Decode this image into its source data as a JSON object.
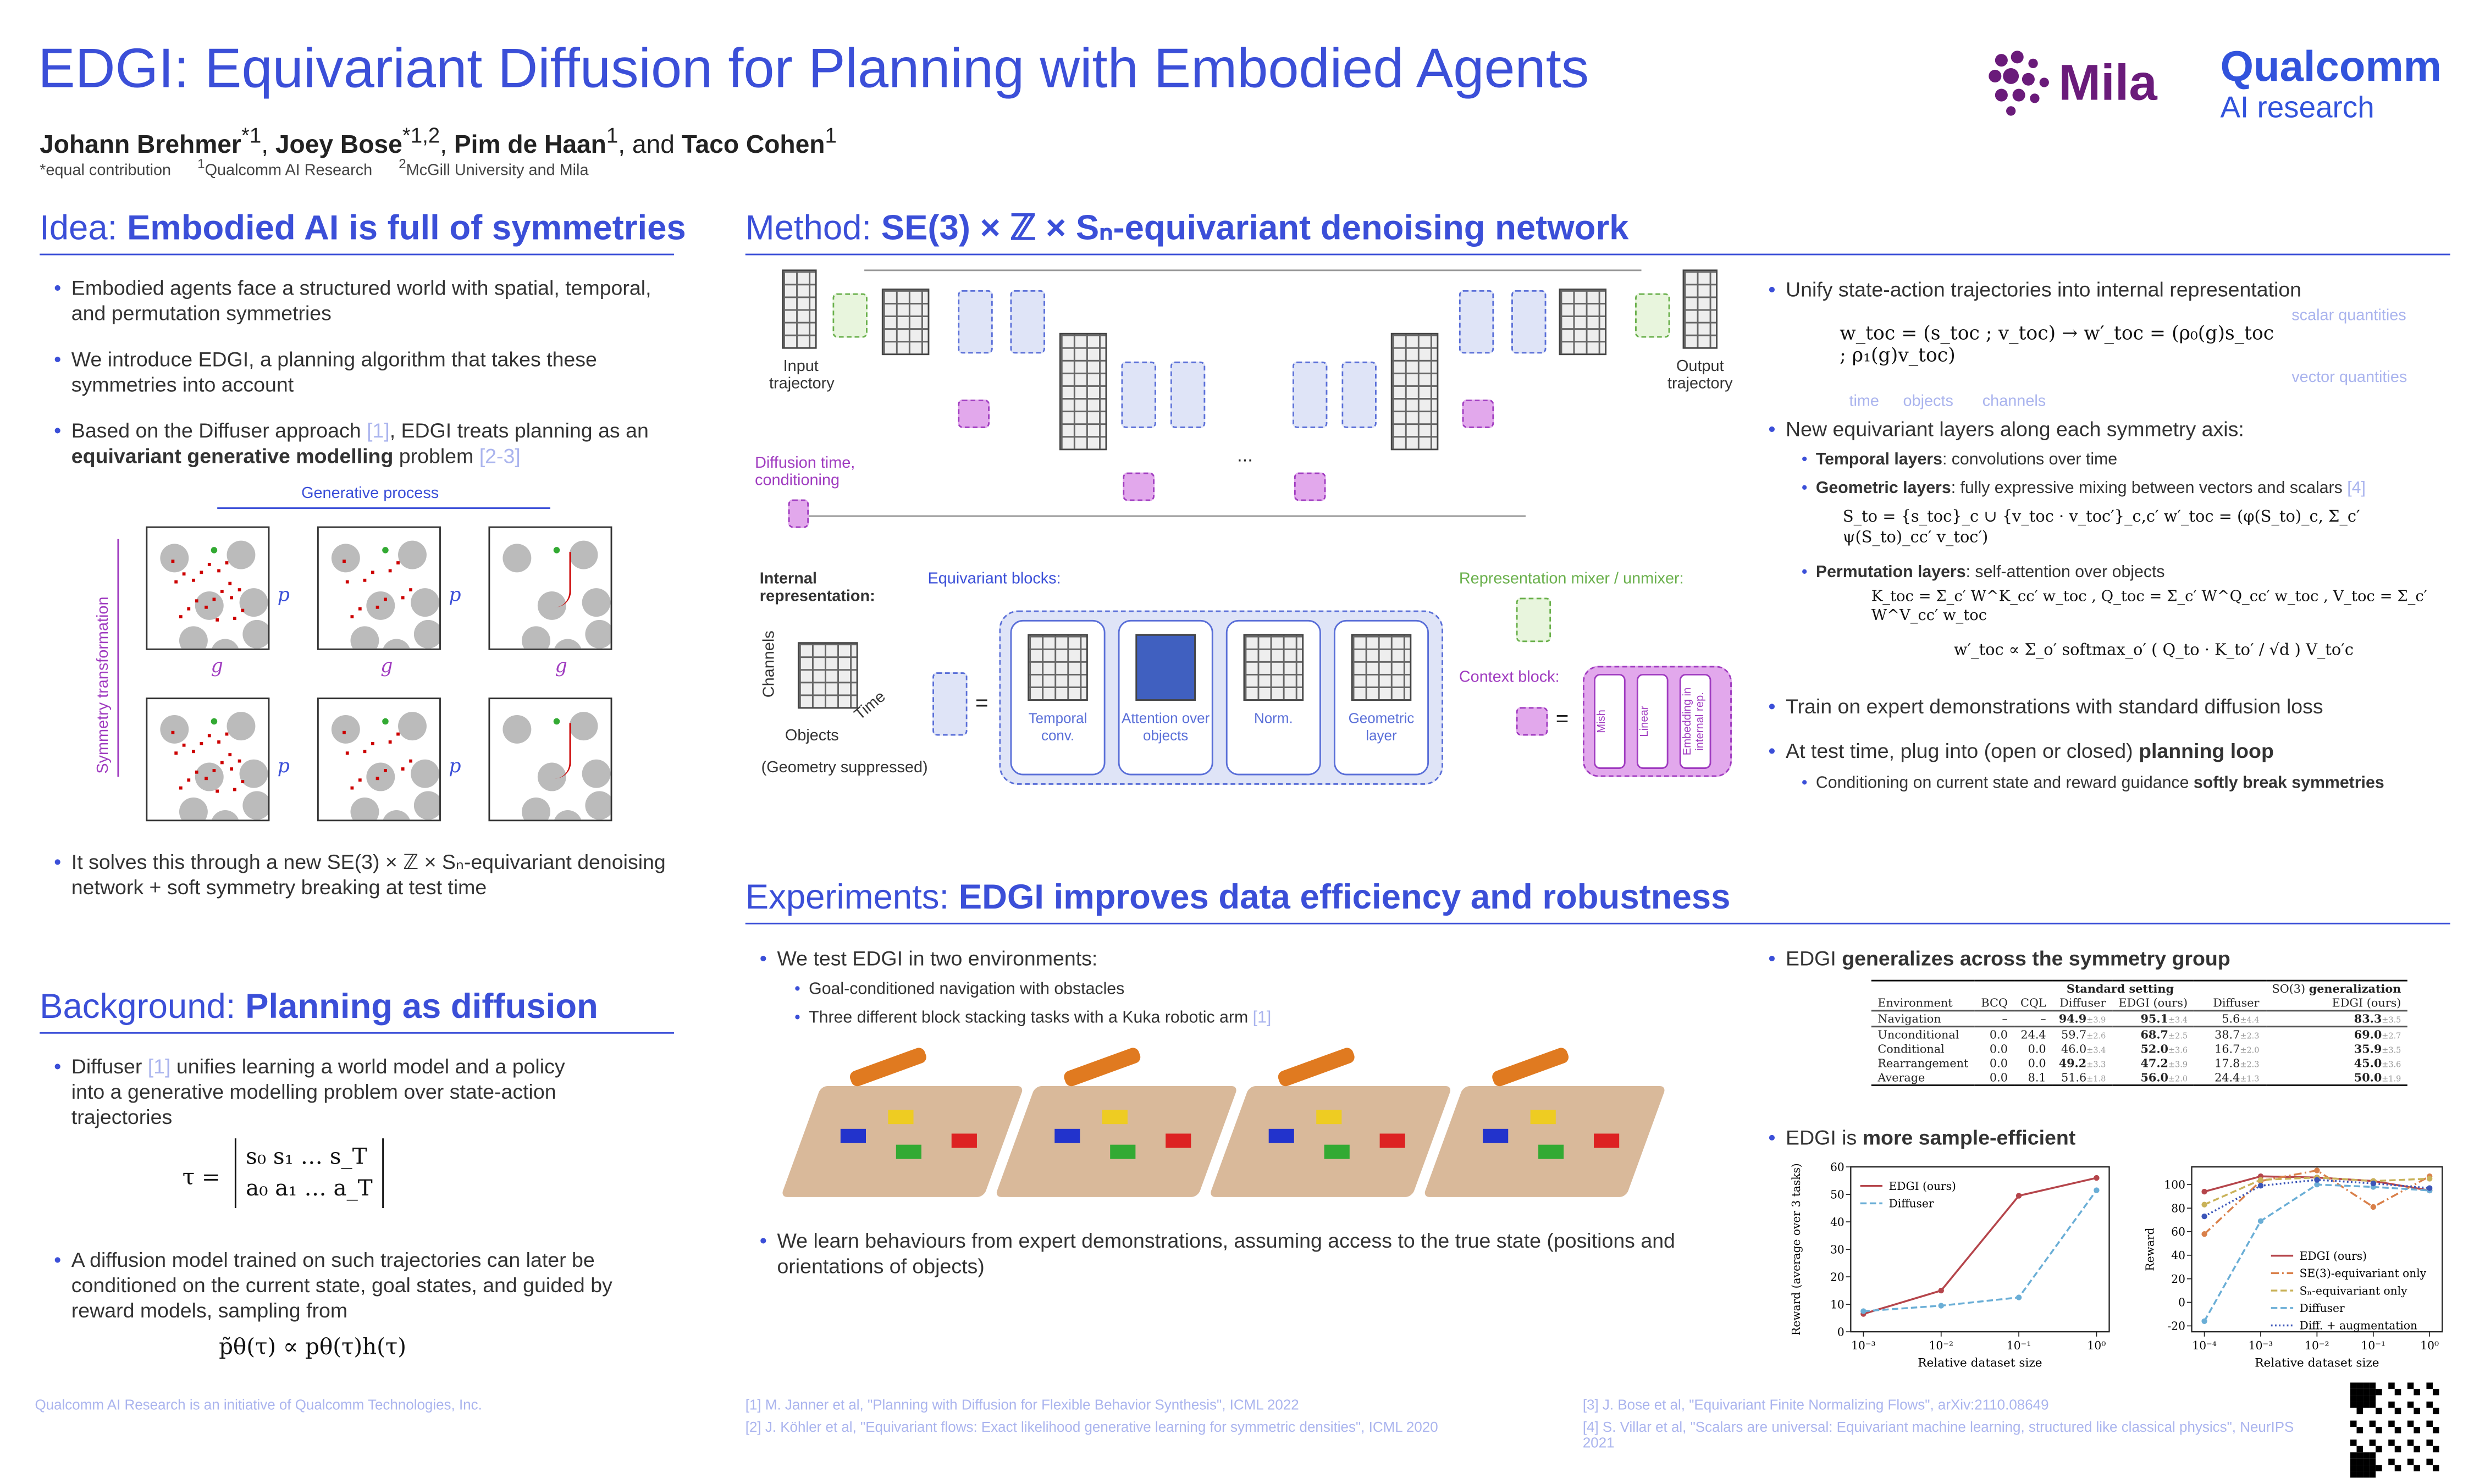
{
  "header": {
    "title": "EDGI: Equivariant Diffusion for Planning with Embodied Agents",
    "authors": [
      {
        "name": "Johann Brehmer",
        "sup": "*1"
      },
      {
        "name": "Joey Bose",
        "sup": "*1,2"
      },
      {
        "name": "Pim de Haan",
        "sup": "1"
      },
      {
        "name": "Taco Cohen",
        "sup": "1"
      }
    ],
    "and": "and",
    "affiliations": {
      "equal": "*equal contribution",
      "a1": "Qualcomm AI Research",
      "a2": "McGill University and Mila"
    },
    "logo_mila": "Mila",
    "logo_qualcomm": "Qualcomm",
    "logo_qualcomm_sub": "AI research"
  },
  "idea": {
    "prefix": "Idea:",
    "title": "Embodied AI is full of symmetries",
    "bullets": [
      "Embodied agents face a structured world with spatial, temporal, and permutation symmetries",
      "We introduce EDGI, a planning algorithm that takes these symmetries into account"
    ],
    "b3_pre": "Based on the Diffuser approach ",
    "b3_c1": "[1]",
    "b3_mid": ", EDGI treats planning as an ",
    "b3_bold": "equivariant generative modelling",
    "b3_post": " problem ",
    "b3_c2": "[2-3]",
    "generative_process": "Generative process",
    "symmetry_transformation": "Symmetry transformation",
    "p": "p",
    "g": "g",
    "b4": "It solves this through a new SE(3) × ℤ × Sₙ-equivariant denoising network + soft symmetry breaking at test time"
  },
  "background": {
    "prefix": "Background:",
    "title": "Planning as diffusion",
    "b1_pre": "Diffuser ",
    "b1_c": "[1]",
    "b1_post": " unifies learning a world model and a policy into a generative modelling problem over state-action trajectories",
    "tau_eq": "τ = [ s₀ s₁ … s_T ; a₀ a₁ … a_T ]",
    "tau_row1": "s₀   s₁   …   s_T",
    "tau_row2": "a₀   a₁   …   a_T",
    "tau_lhs": "τ =",
    "b2": "A diffusion model trained on such trajectories can later be conditioned on the current state, goal states, and guided by reward models, sampling from",
    "eq2": "p̃θ(τ) ∝ pθ(τ)h(τ)"
  },
  "method": {
    "prefix": "Method:",
    "title": "SE(3) × ℤ × Sₙ-equivariant denoising network",
    "input": "Input trajectory",
    "output": "Output trajectory",
    "diffusion_time": "Diffusion time, conditioning",
    "dots": "...",
    "internal_rep": "Internal representation:",
    "channels": "Channels",
    "objects": "Objects",
    "time": "Time",
    "geometry": "(Geometry suppressed)",
    "equiv_blocks": "Equivariant blocks:",
    "eq_sign": "=",
    "blocks": [
      "Temporal conv.",
      "Attention over objects",
      "Norm.",
      "Geometric layer"
    ],
    "rep_mixer": "Representation mixer / unmixer:",
    "context_block": "Context block:",
    "context_parts": [
      "Mish",
      "Linear",
      "Embedding in internal rep."
    ],
    "bullets": {
      "b1": "Unify state-action trajectories into internal representation",
      "eq1": "w_toc = (s_toc ; v_toc) → w′_toc = (ρ₀(g)s_toc ; ρ₁(g)v_toc)",
      "ann_scalar": "scalar quantities",
      "ann_vector": "vector quantities",
      "ann_time": "time",
      "ann_objects": "objects",
      "ann_channels": "channels",
      "b2": "New equivariant layers along each symmetry axis:",
      "s1_bold": "Temporal layers",
      "s1": ": convolutions over time",
      "s2_bold": "Geometric layers",
      "s2": ": fully expressive mixing between vectors and scalars ",
      "s2_c": "[4]",
      "eq2": "S_to = {s_toc}_c ∪ {v_toc · v_toc′}_c,c′       w′_toc = (φ(S_to)_c, Σ_c′ ψ(S_to)_cc′ v_toc′)",
      "s3_bold": "Permutation layers",
      "s3": ": self-attention over objects",
      "eq3": "K_toc = Σ_c′ W^K_cc′ w_toc ,  Q_toc = Σ_c′ W^Q_cc′ w_toc ,  V_toc = Σ_c′ W^V_cc′ w_toc",
      "eq4": "w′_toc ∝ Σ_o′ softmax_o′ ( Q_to · K_to′ / √d ) V_to′c",
      "b3": "Train on expert demonstrations with standard diffusion loss",
      "b4_pre": "At test time, plug into (open or closed) ",
      "b4_bold": "planning loop",
      "s4_pre": "Conditioning on current state and reward guidance ",
      "s4_bold": "softly break symmetries"
    }
  },
  "experiments": {
    "prefix": "Experiments:",
    "title": "EDGI improves data efficiency and robustness",
    "b1": "We test EDGI in two environments:",
    "s1": "Goal-conditioned navigation with obstacles",
    "s2_pre": "Three different block stacking tasks with a Kuka robotic arm ",
    "s2_c": "[1]",
    "b2": "We learn behaviours from expert demonstrations, assuming access to the true state (positions and orientations of objects)",
    "r1_pre": "EDGI ",
    "r1_bold": "generalizes across the symmetry group",
    "r2_pre": "EDGI is ",
    "r2_bold": "more sample-efficient",
    "table": {
      "group1": "Standard setting",
      "group2_pre": "SO(3) ",
      "group2_bold": "generalization",
      "columns": [
        "Environment",
        "BCQ",
        "CQL",
        "Diffuser",
        "EDGI (ours)",
        "Diffuser",
        "EDGI (ours)"
      ],
      "rows": [
        {
          "env": "Navigation",
          "cells": [
            [
              "–",
              ""
            ],
            [
              "–",
              ""
            ],
            [
              "94.9",
              "±3.9",
              true
            ],
            [
              "95.1",
              "±3.4",
              true
            ],
            [
              "5.6",
              "±4.4"
            ],
            [
              "83.3",
              "±3.5",
              true
            ]
          ]
        },
        {
          "env": "Unconditional",
          "cells": [
            [
              "0.0",
              ""
            ],
            [
              "24.4",
              ""
            ],
            [
              "59.7",
              "±2.6"
            ],
            [
              "68.7",
              "±2.5",
              true
            ],
            [
              "38.7",
              "±2.3"
            ],
            [
              "69.0",
              "±2.7",
              true
            ]
          ]
        },
        {
          "env": "Conditional",
          "cells": [
            [
              "0.0",
              ""
            ],
            [
              "0.0",
              ""
            ],
            [
              "46.0",
              "±3.4"
            ],
            [
              "52.0",
              "±3.6",
              true
            ],
            [
              "16.7",
              "±2.0"
            ],
            [
              "35.9",
              "±3.5",
              true
            ]
          ]
        },
        {
          "env": "Rearrangement",
          "cells": [
            [
              "0.0",
              ""
            ],
            [
              "0.0",
              ""
            ],
            [
              "49.2",
              "±3.3",
              true
            ],
            [
              "47.2",
              "±3.9",
              true
            ],
            [
              "17.8",
              "±2.3"
            ],
            [
              "45.0",
              "±3.6",
              true
            ]
          ]
        },
        {
          "env": "Average",
          "cells": [
            [
              "0.0",
              ""
            ],
            [
              "8.1",
              ""
            ],
            [
              "51.6",
              "±1.8"
            ],
            [
              "56.0",
              "±2.0",
              true
            ],
            [
              "24.4",
              "±1.3"
            ],
            [
              "50.0",
              "±1.9",
              true
            ]
          ]
        }
      ]
    }
  },
  "chart_data": [
    {
      "type": "line",
      "xscale": "log",
      "x": [
        0.001,
        0.01,
        0.1,
        1
      ],
      "xticks": [
        "10⁻³",
        "10⁻²",
        "10⁻¹",
        "10⁰"
      ],
      "xlabel": "Relative dataset size",
      "ylabel": "Reward (average over 3 tasks)",
      "ylim": [
        0,
        60
      ],
      "yticks": [
        0,
        10,
        20,
        30,
        40,
        50,
        60
      ],
      "legend": "top-left",
      "series": [
        {
          "name": "EDGI (ours)",
          "color": "#b5454b",
          "dash": "",
          "values": [
            6.5,
            15,
            49.5,
            56
          ]
        },
        {
          "name": "Diffuser",
          "color": "#6aaed6",
          "dash": "4,2",
          "values": [
            7.5,
            9.5,
            12.5,
            51.5
          ]
        }
      ]
    },
    {
      "type": "line",
      "xscale": "log",
      "x": [
        0.0001,
        0.001,
        0.01,
        0.1,
        1
      ],
      "xticks": [
        "10⁻⁴",
        "10⁻³",
        "10⁻²",
        "10⁻¹",
        "10⁰"
      ],
      "xlabel": "Relative dataset size",
      "ylabel": "Reward",
      "ylim": [
        -25,
        115
      ],
      "yticks": [
        -20,
        0,
        20,
        40,
        60,
        80,
        100
      ],
      "legend": "bottom-right",
      "series": [
        {
          "name": "EDGI (ours)",
          "color": "#b5454b",
          "dash": "",
          "values": [
            94,
            107,
            106,
            103,
            95
          ]
        },
        {
          "name": "SE(3)-equivariant only",
          "color": "#d9804a",
          "dash": "5,2,1,2",
          "values": [
            58,
            103,
            112,
            81,
            107
          ]
        },
        {
          "name": "Sₙ-equivariant only",
          "color": "#c9b25a",
          "dash": "4,2",
          "values": [
            83,
            104,
            106,
            103,
            105
          ]
        },
        {
          "name": "Diffuser",
          "color": "#6aaed6",
          "dash": "4,2",
          "values": [
            -16,
            69,
            100,
            98,
            95
          ]
        },
        {
          "name": "Diff. + augmentation",
          "color": "#3b55b8",
          "dash": "1,1.5",
          "values": [
            73,
            99,
            104,
            101,
            97
          ]
        }
      ]
    }
  ],
  "footer": {
    "note": "Qualcomm AI Research is an initiative of Qualcomm Technologies, Inc.",
    "refs": [
      "[1]   M. Janner et al, \"Planning with Diffusion for Flexible Behavior Synthesis\", ICML 2022",
      "[2]   J. Köhler et al, \"Equivariant flows: Exact likelihood generative learning for symmetric densities\", ICML 2020",
      "[3]   J. Bose et al, \"Equivariant Finite Normalizing Flows\", arXiv:2110.08649",
      "[4]   S. Villar et al, \"Scalars are universal: Equivariant machine learning, structured like classical physics\", NeurIPS 2021"
    ]
  },
  "colors": {
    "accent": "#3b4fd8",
    "purple": "#a03cc0",
    "green": "#6ab04c",
    "mila": "#6a1b7a"
  }
}
